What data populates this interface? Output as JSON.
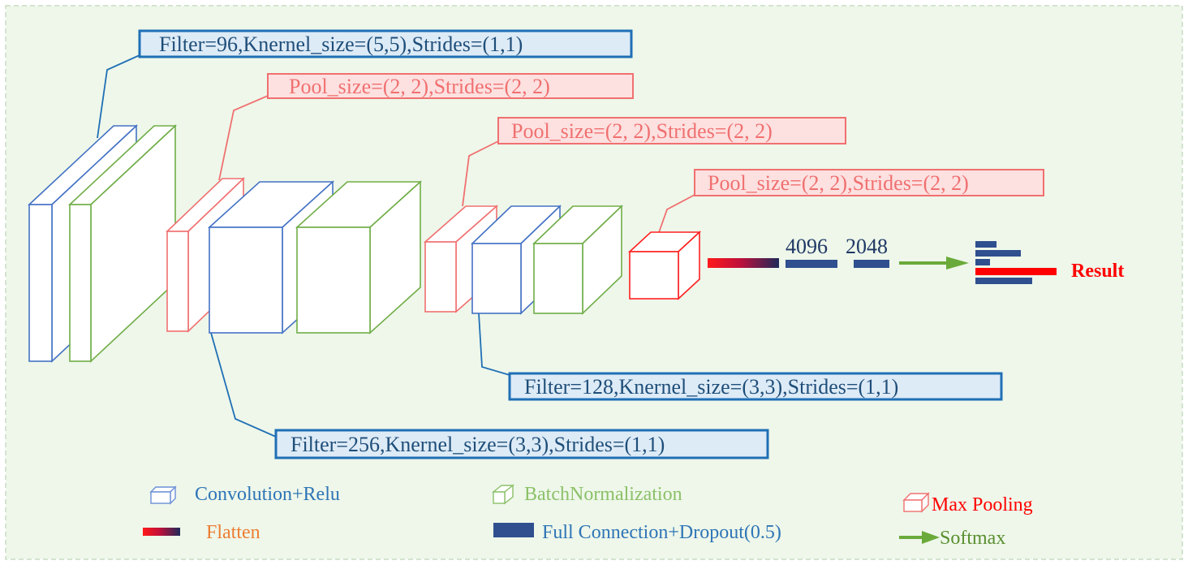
{
  "labels": {
    "conv1": "Filter=96,Knernel_size=(5,5),Strides=(1,1)",
    "pool1": "Pool_size=(2, 2),Strides=(2, 2)",
    "pool2": "Pool_size=(2, 2),Strides=(2, 2)",
    "pool3": "Pool_size=(2, 2),Strides=(2, 2)",
    "conv3": "Filter=128,Knernel_size=(3,3),Strides=(1,1)",
    "conv2": "Filter=256,Knernel_size=(3,3),Strides=(1,1)"
  },
  "fc": {
    "first": "4096",
    "second": "2048"
  },
  "result": "Result",
  "legend": {
    "conv": "Convolution+Relu",
    "bn": "BatchNormalization",
    "pool": "Max Pooling",
    "flatten": "Flatten",
    "fc": "Full Connection+Dropout(0.5)",
    "softmax": "Softmax"
  },
  "colors": {
    "conv": "#4472c4",
    "conv_label_border": "#1f6fb5",
    "conv_label_fill": "#ddebf7",
    "bn": "#70ad47",
    "pool": "#f07070",
    "pool_label_fill": "#fde0e0",
    "maxpool_final": "#ff2020",
    "fc": "#2f4f8f",
    "result": "#ff0000",
    "softmax": "#6aaa3a",
    "background": "#eef7ea",
    "legend_conv_text": "#2e75b6",
    "legend_bn_text": "#8cc068",
    "legend_flatten_text": "#ed7d31"
  },
  "icons": {
    "conv": "cube-outline-icon",
    "bn": "cube-outline-icon",
    "pool": "cube-outline-icon",
    "flatten": "gradient-bar-icon",
    "fc": "solid-bar-icon",
    "softmax": "arrow-icon"
  }
}
